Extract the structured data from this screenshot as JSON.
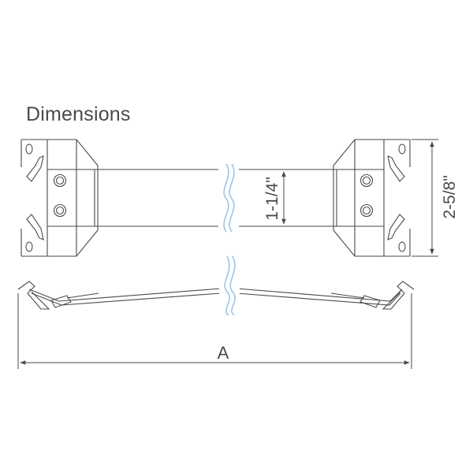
{
  "title": "Dimensions",
  "labels": {
    "height_inner": "1-1/4\"",
    "height_outer": "2-5/8\"",
    "length": "A"
  },
  "colors": {
    "line": "#4a4a4a",
    "break_line": "#9ec4e6",
    "background": "#ffffff"
  }
}
